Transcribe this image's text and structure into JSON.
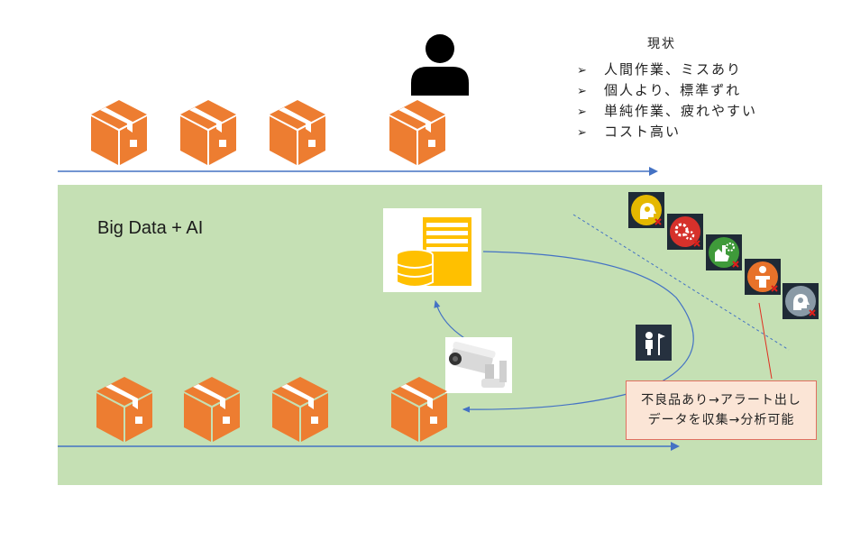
{
  "status": {
    "title": "現状",
    "bullet": "➢",
    "items": [
      "人間作業、ミスあり",
      "個人より、標準ずれ",
      "単純作業、疲れやすい",
      "コスト高い"
    ]
  },
  "bigdata_label": "Big Data + AI",
  "note": {
    "line1": "不良品あり→アラート出し",
    "line2": "データを収集→分析可能"
  },
  "colors": {
    "box_orange": "#ed7d31",
    "arrow_blue": "#4472c4",
    "panel_green": "#c5e0b4",
    "server_yellow": "#ffc000"
  },
  "icons": [
    "person-silhouette-icon",
    "server-database-icon",
    "security-camera-icon",
    "worker-flag-icon",
    "head-idea-crossed-icon",
    "gears-crossed-icon",
    "hand-gear-crossed-icon",
    "worker-crossed-icon",
    "brain-crossed-icon"
  ]
}
